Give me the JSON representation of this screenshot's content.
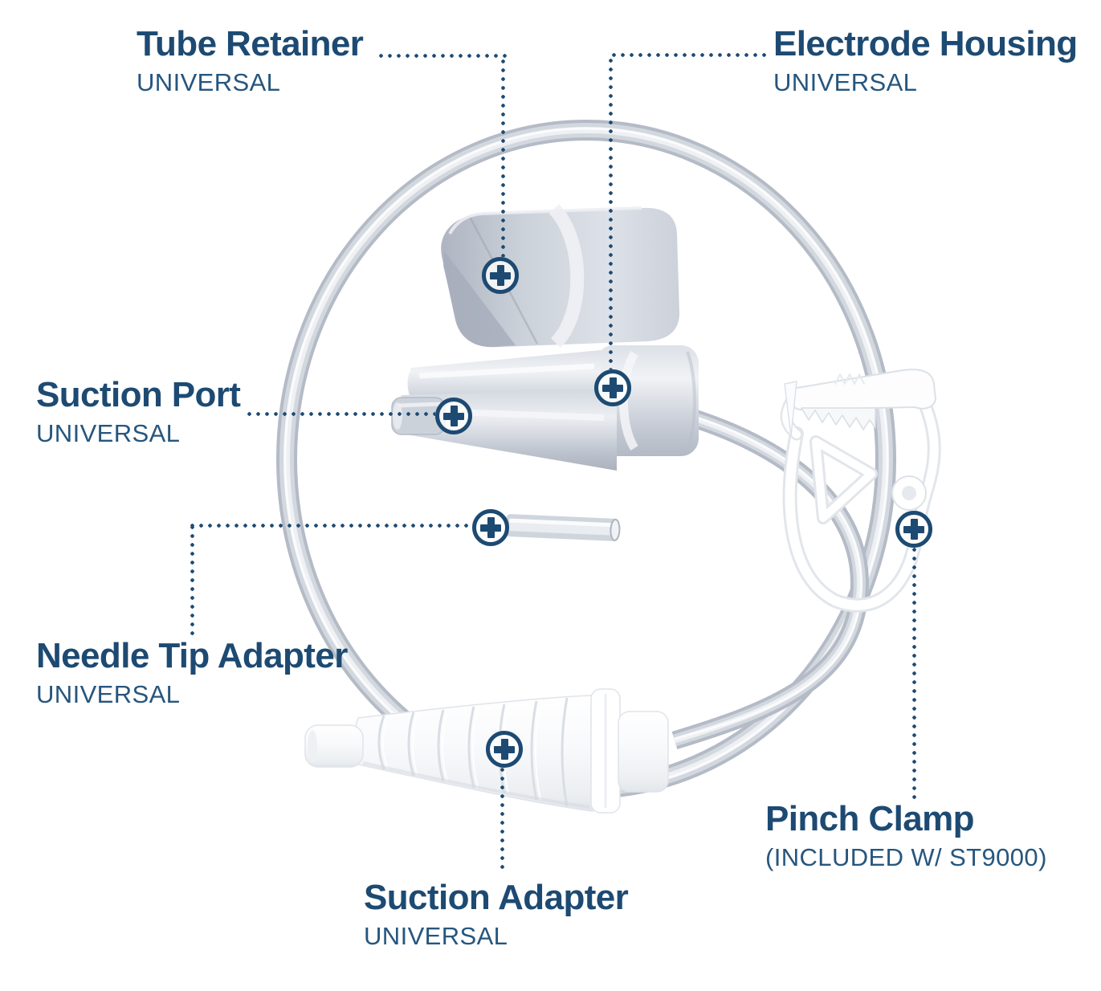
{
  "diagram": {
    "labels": {
      "tube_retainer": {
        "title": "Tube Retainer",
        "subtitle": "UNIVERSAL"
      },
      "electrode_housing": {
        "title": "Electrode Housing",
        "subtitle": "UNIVERSAL"
      },
      "suction_port": {
        "title": "Suction Port",
        "subtitle": "UNIVERSAL"
      },
      "needle_tip_adapter": {
        "title": "Needle Tip Adapter",
        "subtitle": "UNIVERSAL"
      },
      "pinch_clamp": {
        "title": "Pinch Clamp",
        "subtitle": "(INCLUDED W/ ST9000)"
      },
      "suction_adapter": {
        "title": "Suction Adapter",
        "subtitle": "UNIVERSAL"
      }
    },
    "icons": {
      "hotspot": "plus-circle-icon"
    },
    "colors": {
      "accent_navy": "#1d4a72",
      "subtitle_blue": "#26567e",
      "tubing_gray": "#bfc6d0",
      "part_white": "#ffffff"
    }
  }
}
